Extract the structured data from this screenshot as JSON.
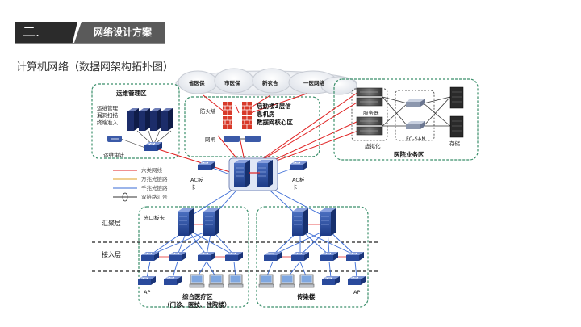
{
  "header": {
    "number": "二.",
    "title": "网络设计方案"
  },
  "subtitle": "计算机网络（数据网架构拓扑图）",
  "clouds": [
    "省医保",
    "市医保",
    "新农合",
    "一医网络"
  ],
  "zones": {
    "ops": {
      "title": "运维管理区",
      "desc": [
        "运维管理",
        "漏洞扫描",
        "终端准入"
      ],
      "audit": "运维审计"
    },
    "core": {
      "firewall": "防火墙",
      "gateway": "网闸",
      "title_lines": [
        "后勤楼3层信",
        "息机房",
        "数据网核心区"
      ]
    },
    "hospital": {
      "server": "服务器",
      "virtual": "虚拟化",
      "san": "FC-SAN",
      "storage": "存储",
      "title": "医院业务区"
    },
    "general": {
      "card": "光口板卡",
      "title": "综合医疗区",
      "sub": "（门诊、医技、住院楼）",
      "ap": "AP"
    },
    "infect": {
      "title": "传染楼",
      "ap": "AP"
    }
  },
  "ac_left": [
    "AC板",
    "卡"
  ],
  "ac_right": [
    "AC板",
    "卡"
  ],
  "legend": [
    "六类网线",
    "万兆光链路",
    "千兆光链路",
    "双链路汇合"
  ],
  "layers": {
    "aggregation": "汇聚层",
    "access": "接入层"
  },
  "colors": {
    "header_dark": "#2b2b2b",
    "zone_border": "#3b8f6b",
    "switch_blue": "#1f3f8f",
    "red_link": "#e02020",
    "blue_link": "#3a6bd6"
  }
}
